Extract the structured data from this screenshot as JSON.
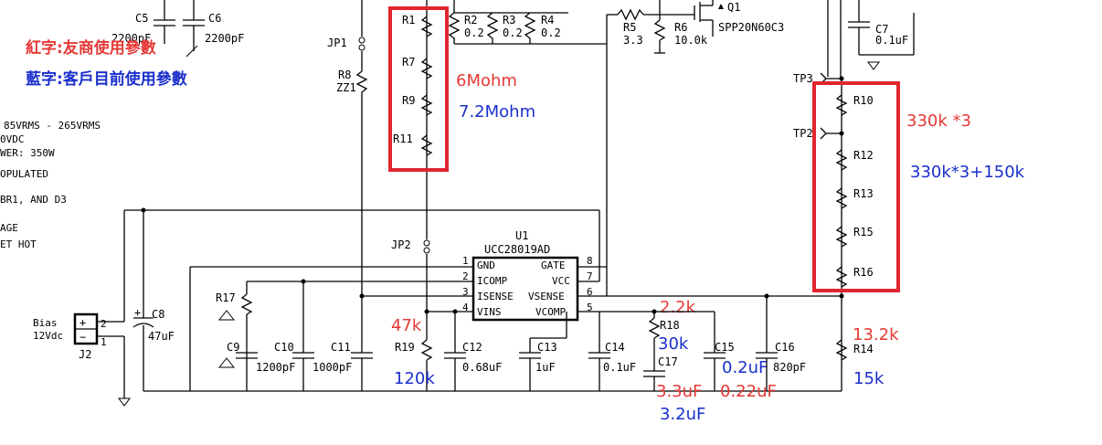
{
  "legend": {
    "red_text": "紅字:友商使用參數",
    "blue_text": "藍字:客戶目前使用參數"
  },
  "notes": {
    "line1": "85VRMS - 265VRMS",
    "line2": "0VDC",
    "line3": "WER: 350W",
    "line4": "OPULATED",
    "line5": "BR1, AND D3",
    "line6": "AGE",
    "line7": "ET HOT"
  },
  "components": {
    "c5": {
      "ref": "C5",
      "value": "2200pF"
    },
    "c6": {
      "ref": "C6",
      "value": "2200pF"
    },
    "jp1": {
      "ref": "JP1"
    },
    "r8": {
      "ref": "R8",
      "value": "ZZ1"
    },
    "r1": {
      "ref": "R1"
    },
    "r7": {
      "ref": "R7"
    },
    "r9": {
      "ref": "R9"
    },
    "r11": {
      "ref": "R11"
    },
    "r2": {
      "ref": "R2",
      "value": "0.2"
    },
    "r3": {
      "ref": "R3",
      "value": "0.2"
    },
    "r4": {
      "ref": "R4",
      "value": "0.2"
    },
    "r5": {
      "ref": "R5",
      "value": "3.3"
    },
    "r6": {
      "ref": "R6",
      "value": "10.0k"
    },
    "q1": {
      "ref": "Q1",
      "value": "SPP20N60C3"
    },
    "c7": {
      "ref": "C7",
      "value": "0.1uF"
    },
    "tp3": {
      "ref": "TP3"
    },
    "tp2": {
      "ref": "TP2"
    },
    "r10": {
      "ref": "R10"
    },
    "r12": {
      "ref": "R12"
    },
    "r13": {
      "ref": "R13"
    },
    "r15": {
      "ref": "R15"
    },
    "r16": {
      "ref": "R16"
    },
    "jp2": {
      "ref": "JP2"
    },
    "u1": {
      "ref": "U1",
      "part": "UCC28019AD"
    },
    "r17": {
      "ref": "R17"
    },
    "c9": {
      "ref": "C9"
    },
    "c10": {
      "ref": "C10",
      "value": "1200pF"
    },
    "c11": {
      "ref": "C11",
      "value": "1000pF"
    },
    "r19": {
      "ref": "R19"
    },
    "c12": {
      "ref": "C12",
      "value": "0.68uF"
    },
    "c13": {
      "ref": "C13",
      "value": "1uF"
    },
    "c14": {
      "ref": "C14",
      "value": "0.1uF"
    },
    "r18": {
      "ref": "R18"
    },
    "c17": {
      "ref": "C17"
    },
    "c15": {
      "ref": "C15"
    },
    "c16": {
      "ref": "C16",
      "value": "820pF"
    },
    "r14": {
      "ref": "R14"
    },
    "c8": {
      "ref": "C8",
      "value": "47uF"
    },
    "j2": {
      "ref": "J2",
      "label1": "Bias",
      "label2": "12Vdc",
      "pin2": "2",
      "pin1": "1"
    }
  },
  "ic_pins": {
    "left": [
      {
        "num": "1",
        "name": "GND"
      },
      {
        "num": "2",
        "name": "ICOMP"
      },
      {
        "num": "3",
        "name": "ISENSE"
      },
      {
        "num": "4",
        "name": "VINS"
      }
    ],
    "right": [
      {
        "num": "8",
        "name": "GATE"
      },
      {
        "num": "7",
        "name": "VCC"
      },
      {
        "num": "6",
        "name": "VSENSE"
      },
      {
        "num": "5",
        "name": "VCOMP"
      }
    ]
  },
  "annotations": {
    "r1_chain_red": "6Mohm",
    "r1_chain_blue": "7.2Mohm",
    "r10_chain_red": "330k *3",
    "r10_chain_blue": "330k*3+150k",
    "r19_red": "47k",
    "r19_blue": "120k",
    "r18_red": "2.2k",
    "r18_blue": "30k",
    "c17_red": "3.3uF",
    "c17_blue": "3.2uF",
    "c15_red": "0.22uF",
    "c15_blue": "0.2uF",
    "r14_red": "13.2k",
    "r14_blue": "15k"
  },
  "colors": {
    "red": "#e53935",
    "blue": "#1a2fcc",
    "box": "#e0252f"
  }
}
